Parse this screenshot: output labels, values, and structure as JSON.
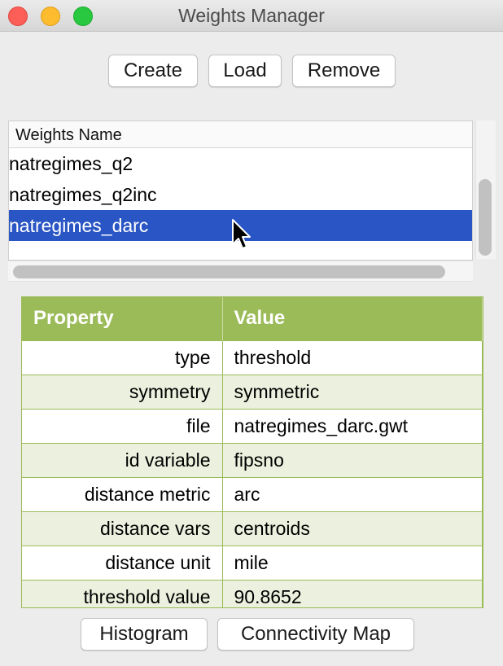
{
  "window": {
    "title": "Weights Manager"
  },
  "toolbar": {
    "create": "Create",
    "load": "Load",
    "remove": "Remove"
  },
  "weights_list": {
    "header": "Weights Name",
    "items": [
      "natregimes_q2",
      "natregimes_q2inc",
      "natregimes_darc"
    ],
    "selected": "natregimes_darc"
  },
  "properties": {
    "header_property": "Property",
    "header_value": "Value",
    "rows": [
      {
        "property": "type",
        "value": "threshold"
      },
      {
        "property": "symmetry",
        "value": "symmetric"
      },
      {
        "property": "file",
        "value": "natregimes_darc.gwt"
      },
      {
        "property": "id variable",
        "value": "fipsno"
      },
      {
        "property": "distance metric",
        "value": "arc"
      },
      {
        "property": "distance vars",
        "value": "centroids"
      },
      {
        "property": "distance unit",
        "value": "mile"
      },
      {
        "property": "threshold value",
        "value": "90.8652"
      }
    ]
  },
  "footer": {
    "histogram": "Histogram",
    "connectivity_map": "Connectivity Map"
  },
  "colors": {
    "header_green": "#9bbb59",
    "alt_row": "#ebf1de",
    "selection_blue": "#2a55c4"
  }
}
